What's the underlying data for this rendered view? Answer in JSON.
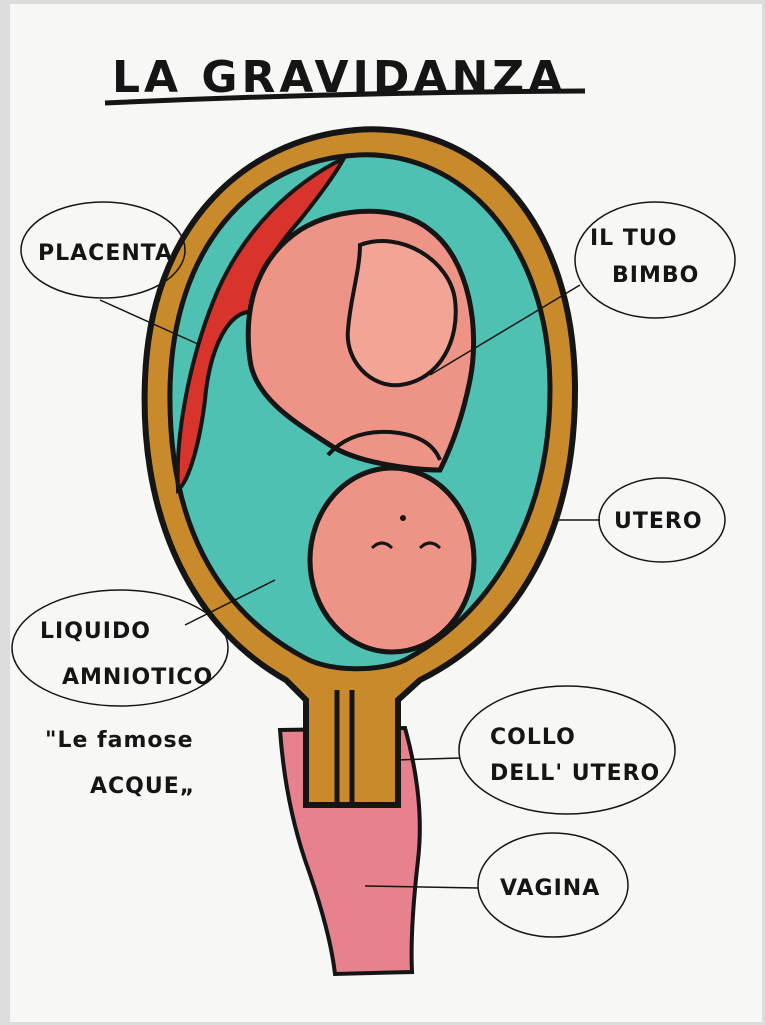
{
  "title": "LA GRAVIDANZA",
  "labels": {
    "placenta": "PLACENTA",
    "bimbo_line1": "IL TUO",
    "bimbo_line2": "BIMBO",
    "utero": "UTERO",
    "liquido_line1": "LIQUIDO",
    "liquido_line2": "AMNIOTICO",
    "acque_line1": "\"Le famose",
    "acque_line2": "ACQUE„",
    "collo_line1": "COLLO",
    "collo_line2": "DELL' UTERO",
    "vagina": "VAGINA"
  },
  "colors": {
    "paper": "#f7f7f5",
    "uterine_wall": "#c98a2c",
    "amniotic_fluid": "#4fc1b3",
    "placenta": "#d9342b",
    "baby": "#ee9486",
    "vagina": "#e7818d",
    "outline": "#151515"
  }
}
